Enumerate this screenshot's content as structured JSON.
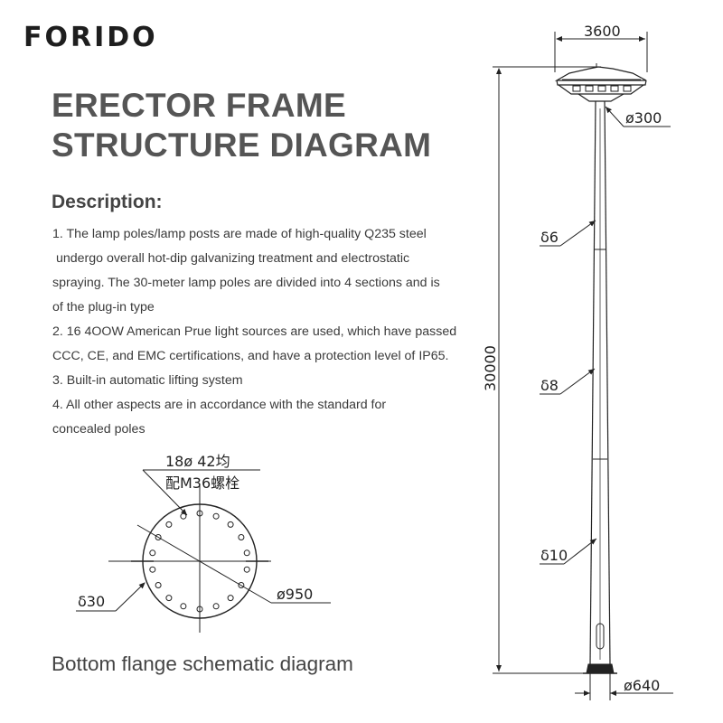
{
  "brand": "FORIDO",
  "title_lines": [
    "ERECTOR FRAME",
    "STRUCTURE DIAGRAM"
  ],
  "description": {
    "heading": "Description:",
    "lines": [
      "1. The lamp poles/lamp posts are made of high-quality Q235 steel",
      " undergo overall hot-dip galvanizing treatment and electrostatic",
      "spraying. The 30-meter lamp poles are divided into 4 sections and is",
      "of the plug-in type",
      "2. 16 4OOW American Prue light sources are used, which have passed",
      "CCC, CE, and EMC certifications, and have a protection level of IP65.",
      "3. Built-in automatic lifting system",
      "4. All other aspects are in accordance with the standard for",
      "concealed poles"
    ]
  },
  "flange": {
    "bolt_label_line1": "18ø 42均",
    "bolt_label_line2": "配M36螺栓",
    "thickness_label": "δ30",
    "diameter_label": "ø950",
    "caption": "Bottom flange schematic diagram"
  },
  "pole": {
    "top_width_label": "3600",
    "top_diameter_label": "ø300",
    "height_label": "30000",
    "section_thickness_labels": [
      "δ6",
      "δ8",
      "δ10"
    ],
    "base_diameter_label": "ø640"
  }
}
